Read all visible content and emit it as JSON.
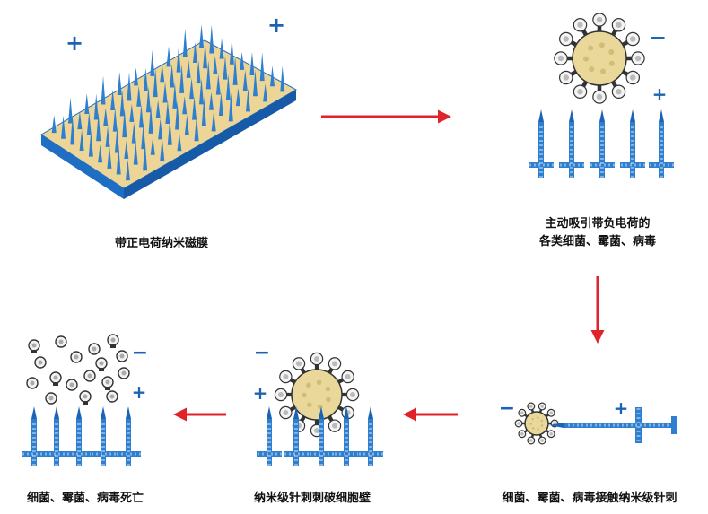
{
  "steps": {
    "step1": {
      "label": "带正电荷纳米磁膜"
    },
    "step2": {
      "line1": "主动吸引带负电荷的",
      "line2": "各类细菌、霉菌、病毒"
    },
    "step3": {
      "label": "细菌、霉菌、病毒接触纳米级针刺"
    },
    "step4": {
      "label": "纳米级针刺刺破细胞壁"
    },
    "step5": {
      "label": "细菌、霉菌、病毒死亡"
    }
  },
  "symbols": {
    "positive": "+",
    "negative": "−"
  },
  "colors": {
    "arrow": "#e0222b",
    "spike": "#2f7fd1",
    "spike_dark": "#1d63b5",
    "membrane_top": "#ecd596",
    "membrane_side": "#1e6fc4",
    "virus_body": "#e9d89a",
    "virus_outline": "#333333"
  }
}
